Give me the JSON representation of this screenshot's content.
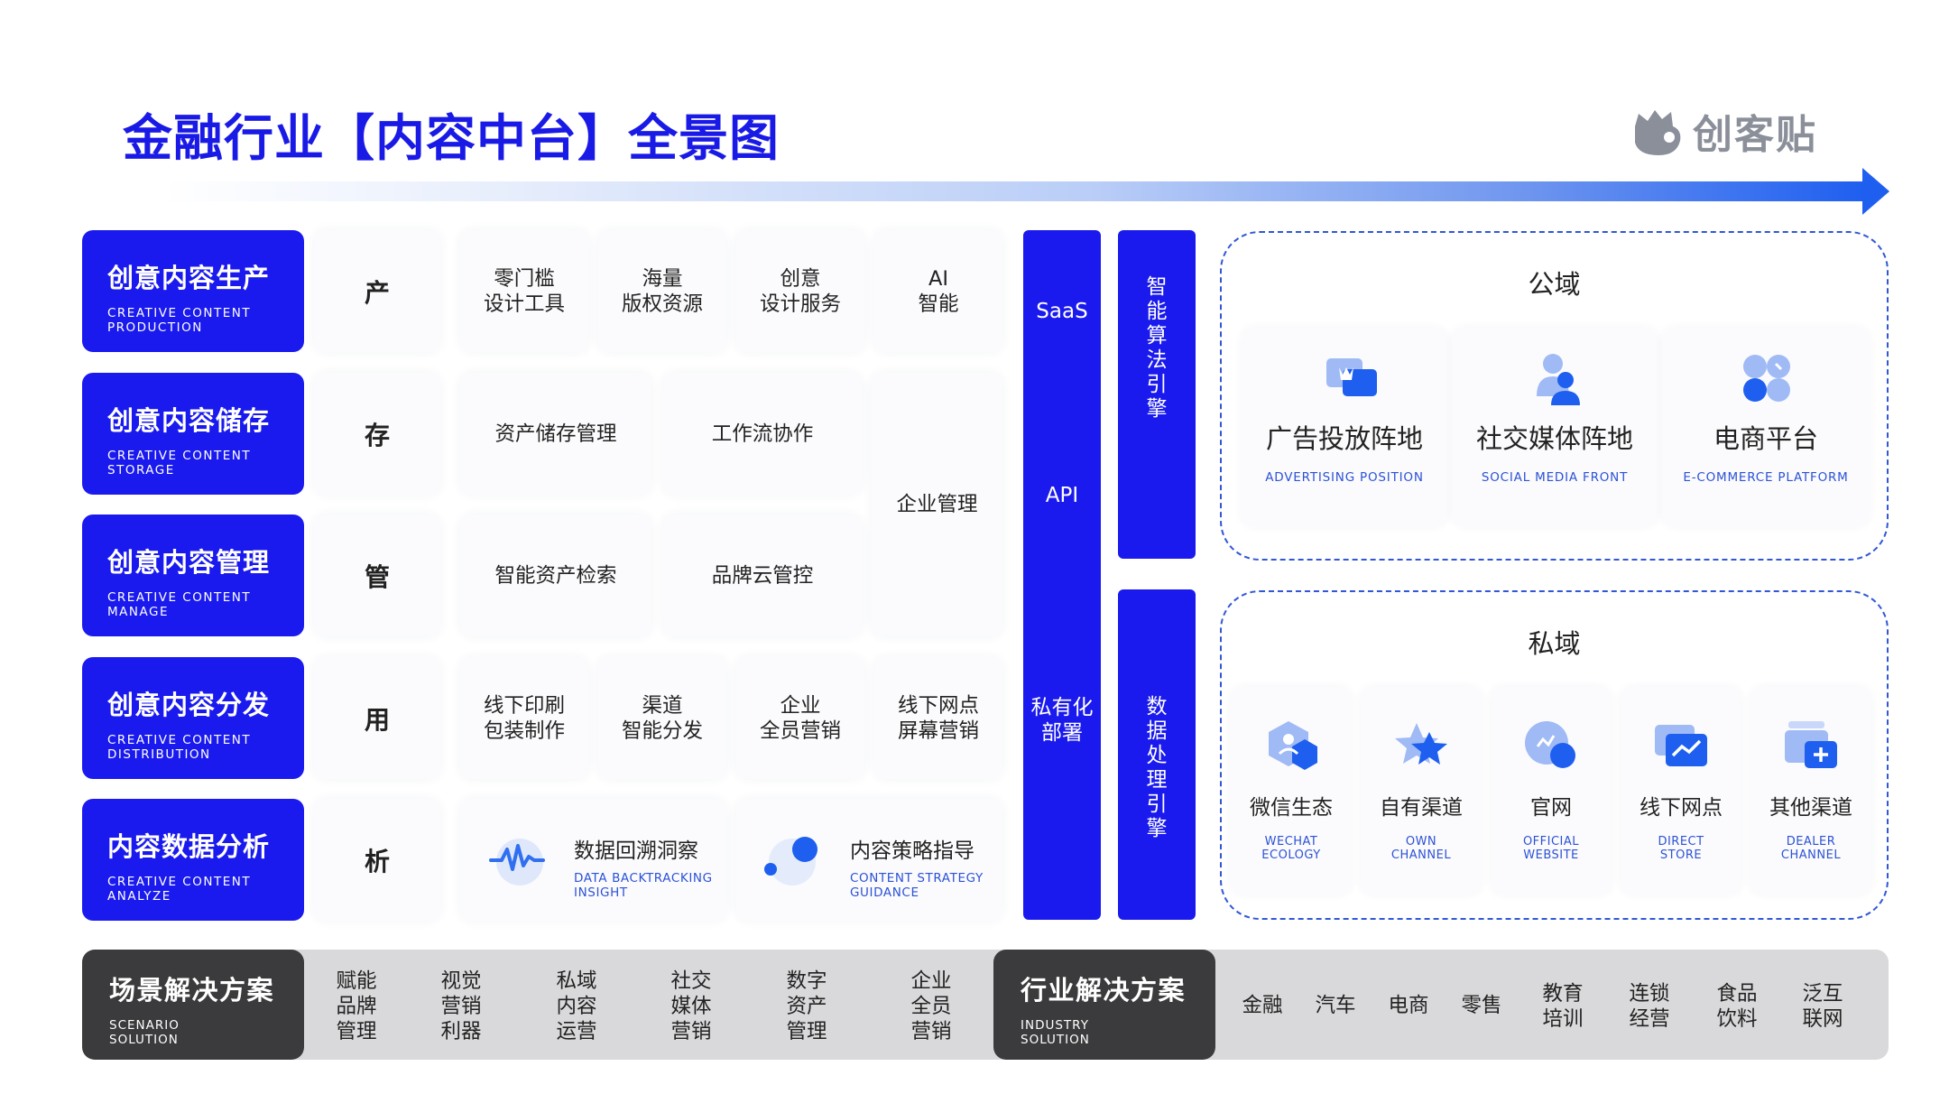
{
  "header": {
    "title": "金融行业【内容中台】全景图",
    "logo_text": "创客贴"
  },
  "colors": {
    "primary_blue": "#1a1aee",
    "accent_blue": "#2c52d6",
    "dark_gray": "#3b3b3d",
    "bar_gray": "#d9d9db"
  },
  "categories": [
    {
      "title": "创意内容生产",
      "sub": "CREATIVE  CONTENT\nPRODUCTION",
      "single": "产"
    },
    {
      "title": "创意内容储存",
      "sub": "CREATIVE  CONTENT\nSTORAGE",
      "single": "存"
    },
    {
      "title": "创意内容管理",
      "sub": "CREATIVE  CONTENT\nMANAGE",
      "single": "管"
    },
    {
      "title": "创意内容分发",
      "sub": "CREATIVE  CONTENT\nDISTRIBUTION",
      "single": "用"
    },
    {
      "title": "内容数据分析",
      "sub": "CREATIVE  CONTENT\nANALYZE",
      "single": "析"
    }
  ],
  "production": [
    "零门槛\n设计工具",
    "海量\n版权资源",
    "创意\n设计服务",
    "AI\n智能"
  ],
  "storage": [
    "资产储存管理",
    "工作流协作"
  ],
  "management": [
    "智能资产检索",
    "品牌云管控"
  ],
  "enterprise": "企业管理",
  "distribution": [
    "线下印刷\n包装制作",
    "渠道\n智能分发",
    "企业\n全员营销",
    "线下网点\n屏幕营销"
  ],
  "analysis": [
    {
      "title": "数据回溯洞察",
      "en": "DATA BACKTRACKING\nINSIGHT",
      "icon": "waveform-icon"
    },
    {
      "title": "内容策略指导",
      "en": "CONTENT STRATEGY\nGUIDANCE",
      "icon": "orbit-icon"
    }
  ],
  "deploy": {
    "saas": "SaaS",
    "api": "API",
    "private": "私有化\n部署"
  },
  "engines": {
    "algorithm": "智\n能\n算\n法\n引\n擎",
    "data": "数\n据\n处\n理\n引\n擎"
  },
  "public_domain": {
    "title": "公域",
    "items": [
      {
        "name": "广告投放阵地",
        "en": "ADVERTISING POSITION",
        "icon": "ad-monitor-icon"
      },
      {
        "name": "社交媒体阵地",
        "en": "SOCIAL MEDIA FRONT",
        "icon": "users-icon"
      },
      {
        "name": "电商平台",
        "en": "E-COMMERCE PLATFORM",
        "icon": "clover-icon"
      }
    ]
  },
  "private_domain": {
    "title": "私域",
    "items": [
      {
        "name": "微信生态",
        "en": "WECHAT\nECOLOGY",
        "icon": "hexagon-user-icon"
      },
      {
        "name": "自有渠道",
        "en": "OWN\nCHANNEL",
        "icon": "star-icon"
      },
      {
        "name": "官网",
        "en": "OFFICIAL\nWEBSITE",
        "icon": "chart-circle-icon"
      },
      {
        "name": "线下网点",
        "en": "DIRECT\nSTORE",
        "icon": "trend-screen-icon"
      },
      {
        "name": "其他渠道",
        "en": "DEALER\nCHANNEL",
        "icon": "plus-card-icon"
      }
    ]
  },
  "bottom": {
    "scenario": {
      "title": "场景解决方案",
      "sub": "SCENARIO\nSOLUTION"
    },
    "scenario_items": [
      "赋能\n品牌\n管理",
      "视觉\n营销\n利器",
      "私域\n内容\n运营",
      "社交\n媒体\n营销",
      "数字\n资产\n管理",
      "企业\n全员\n营销"
    ],
    "industry": {
      "title": "行业解决方案",
      "sub": "INDUSTRY\nSOLUTION"
    },
    "industry_items": [
      "金融",
      "汽车",
      "电商",
      "零售",
      "教育\n培训",
      "连锁\n经营",
      "食品\n饮料",
      "泛互\n联网"
    ]
  }
}
